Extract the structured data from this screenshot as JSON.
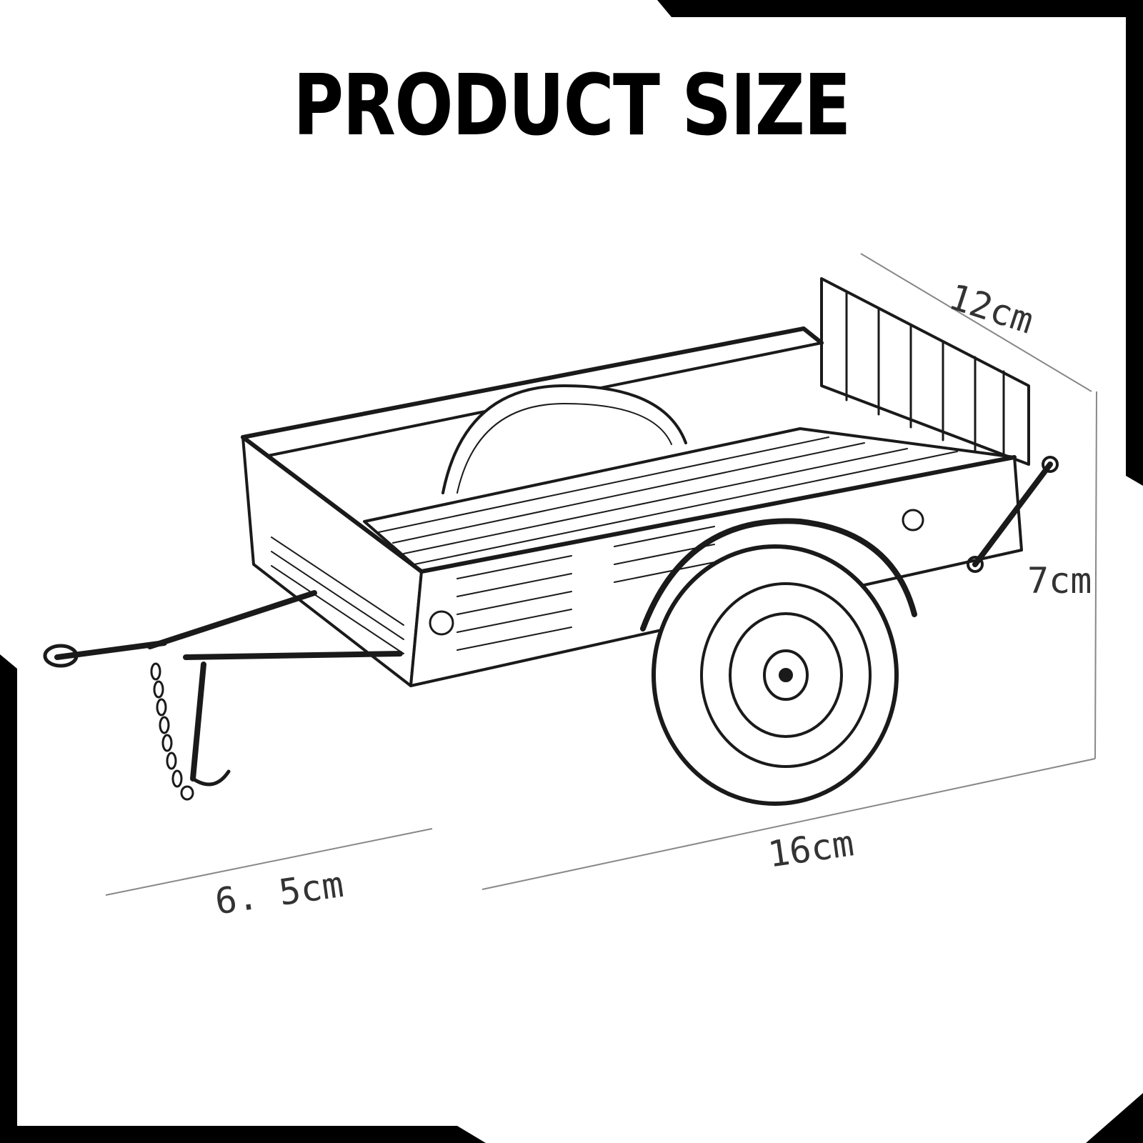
{
  "title": "PRODUCT SIZE",
  "dimensions": {
    "width": "12cm",
    "height": "7cm",
    "length": "16cm",
    "drawbar": "6. 5cm"
  },
  "icons": {
    "trailer": "trailer-sketch-icon"
  },
  "colors": {
    "frame": "#000000",
    "background": "#ffffff",
    "line": "#777777",
    "label": "#333333"
  }
}
